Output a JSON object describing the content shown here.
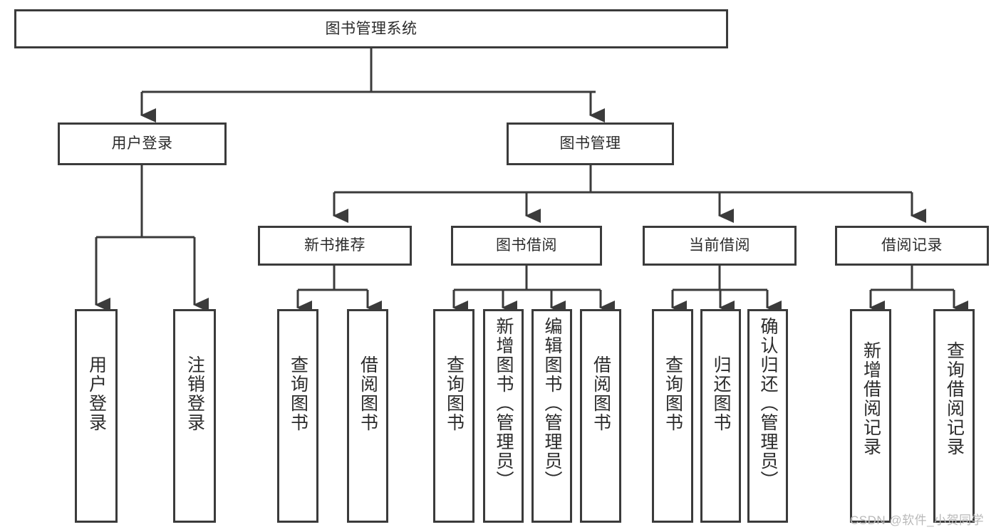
{
  "diagram": {
    "type": "tree-hierarchy",
    "title": "图书管理系统",
    "colors": {
      "stroke": "#3b3b3b",
      "fill": "#ffffff",
      "text": "#2b2b2b",
      "watermark": "#b9b9b9",
      "background": "#ffffff"
    },
    "root": {
      "label": "图书管理系统"
    },
    "level2": [
      {
        "label": "用户登录"
      },
      {
        "label": "图书管理"
      }
    ],
    "level3": [
      {
        "label": "新书推荐"
      },
      {
        "label": "图书借阅"
      },
      {
        "label": "当前借阅"
      },
      {
        "label": "借阅记录"
      }
    ],
    "leaves": {
      "user_login": [
        {
          "label": "用户登录"
        },
        {
          "label": "注销登录"
        }
      ],
      "new_book_recommend": [
        {
          "label": "查询图书"
        },
        {
          "label": "借阅图书"
        }
      ],
      "book_borrow": [
        {
          "label": "查询图书"
        },
        {
          "label": "新增图书（管理员）"
        },
        {
          "label": "编辑图书（管理员）"
        },
        {
          "label": "借阅图书"
        }
      ],
      "current_borrow": [
        {
          "label": "查询图书"
        },
        {
          "label": "归还图书"
        },
        {
          "label": "确认归还（管理员）"
        }
      ],
      "borrow_record": [
        {
          "label": "新增借阅记录"
        },
        {
          "label": "查询借阅记录"
        }
      ]
    }
  },
  "watermark": {
    "text": "CSDN @软件_小贺同学"
  }
}
